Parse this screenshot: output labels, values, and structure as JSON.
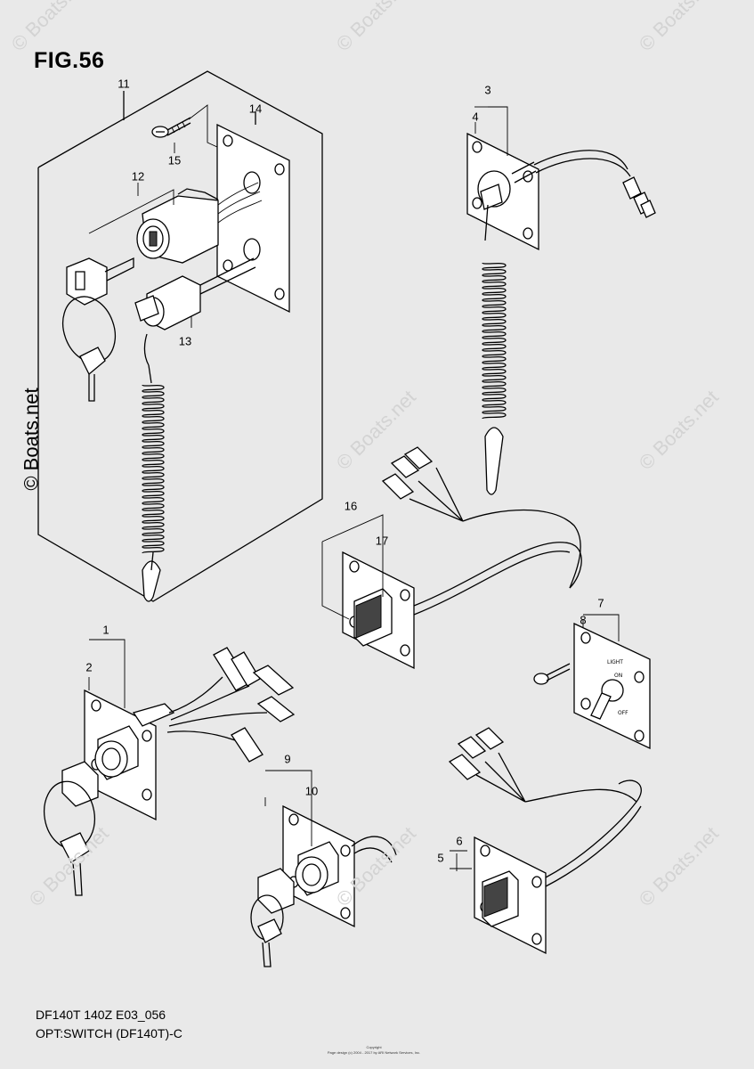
{
  "figure": {
    "title": "FIG.56"
  },
  "callouts": [
    {
      "id": "1",
      "text": "1"
    },
    {
      "id": "2",
      "text": "2"
    },
    {
      "id": "3",
      "text": "3"
    },
    {
      "id": "4",
      "text": "4"
    },
    {
      "id": "5",
      "text": "5"
    },
    {
      "id": "6",
      "text": "6"
    },
    {
      "id": "7",
      "text": "7"
    },
    {
      "id": "8",
      "text": "8"
    },
    {
      "id": "9",
      "text": "9"
    },
    {
      "id": "10",
      "text": "10"
    },
    {
      "id": "11",
      "text": "11"
    },
    {
      "id": "12",
      "text": "12"
    },
    {
      "id": "13",
      "text": "13"
    },
    {
      "id": "14",
      "text": "14"
    },
    {
      "id": "15",
      "text": "15"
    },
    {
      "id": "16",
      "text": "16"
    },
    {
      "id": "17",
      "text": "17"
    }
  ],
  "panel_labels": {
    "light": "LIGHT",
    "on": "ON",
    "off": "OFF"
  },
  "footer": {
    "line1": "DF140T 140Z E03_056",
    "line2": "OPT:SWITCH (DF140T)-C",
    "copyright_1": "Copyright",
    "copyright_2": "Page design (c) 2004 - 2017 by ARI Network Services, Inc."
  },
  "watermark": {
    "text": "© Boats.net"
  }
}
